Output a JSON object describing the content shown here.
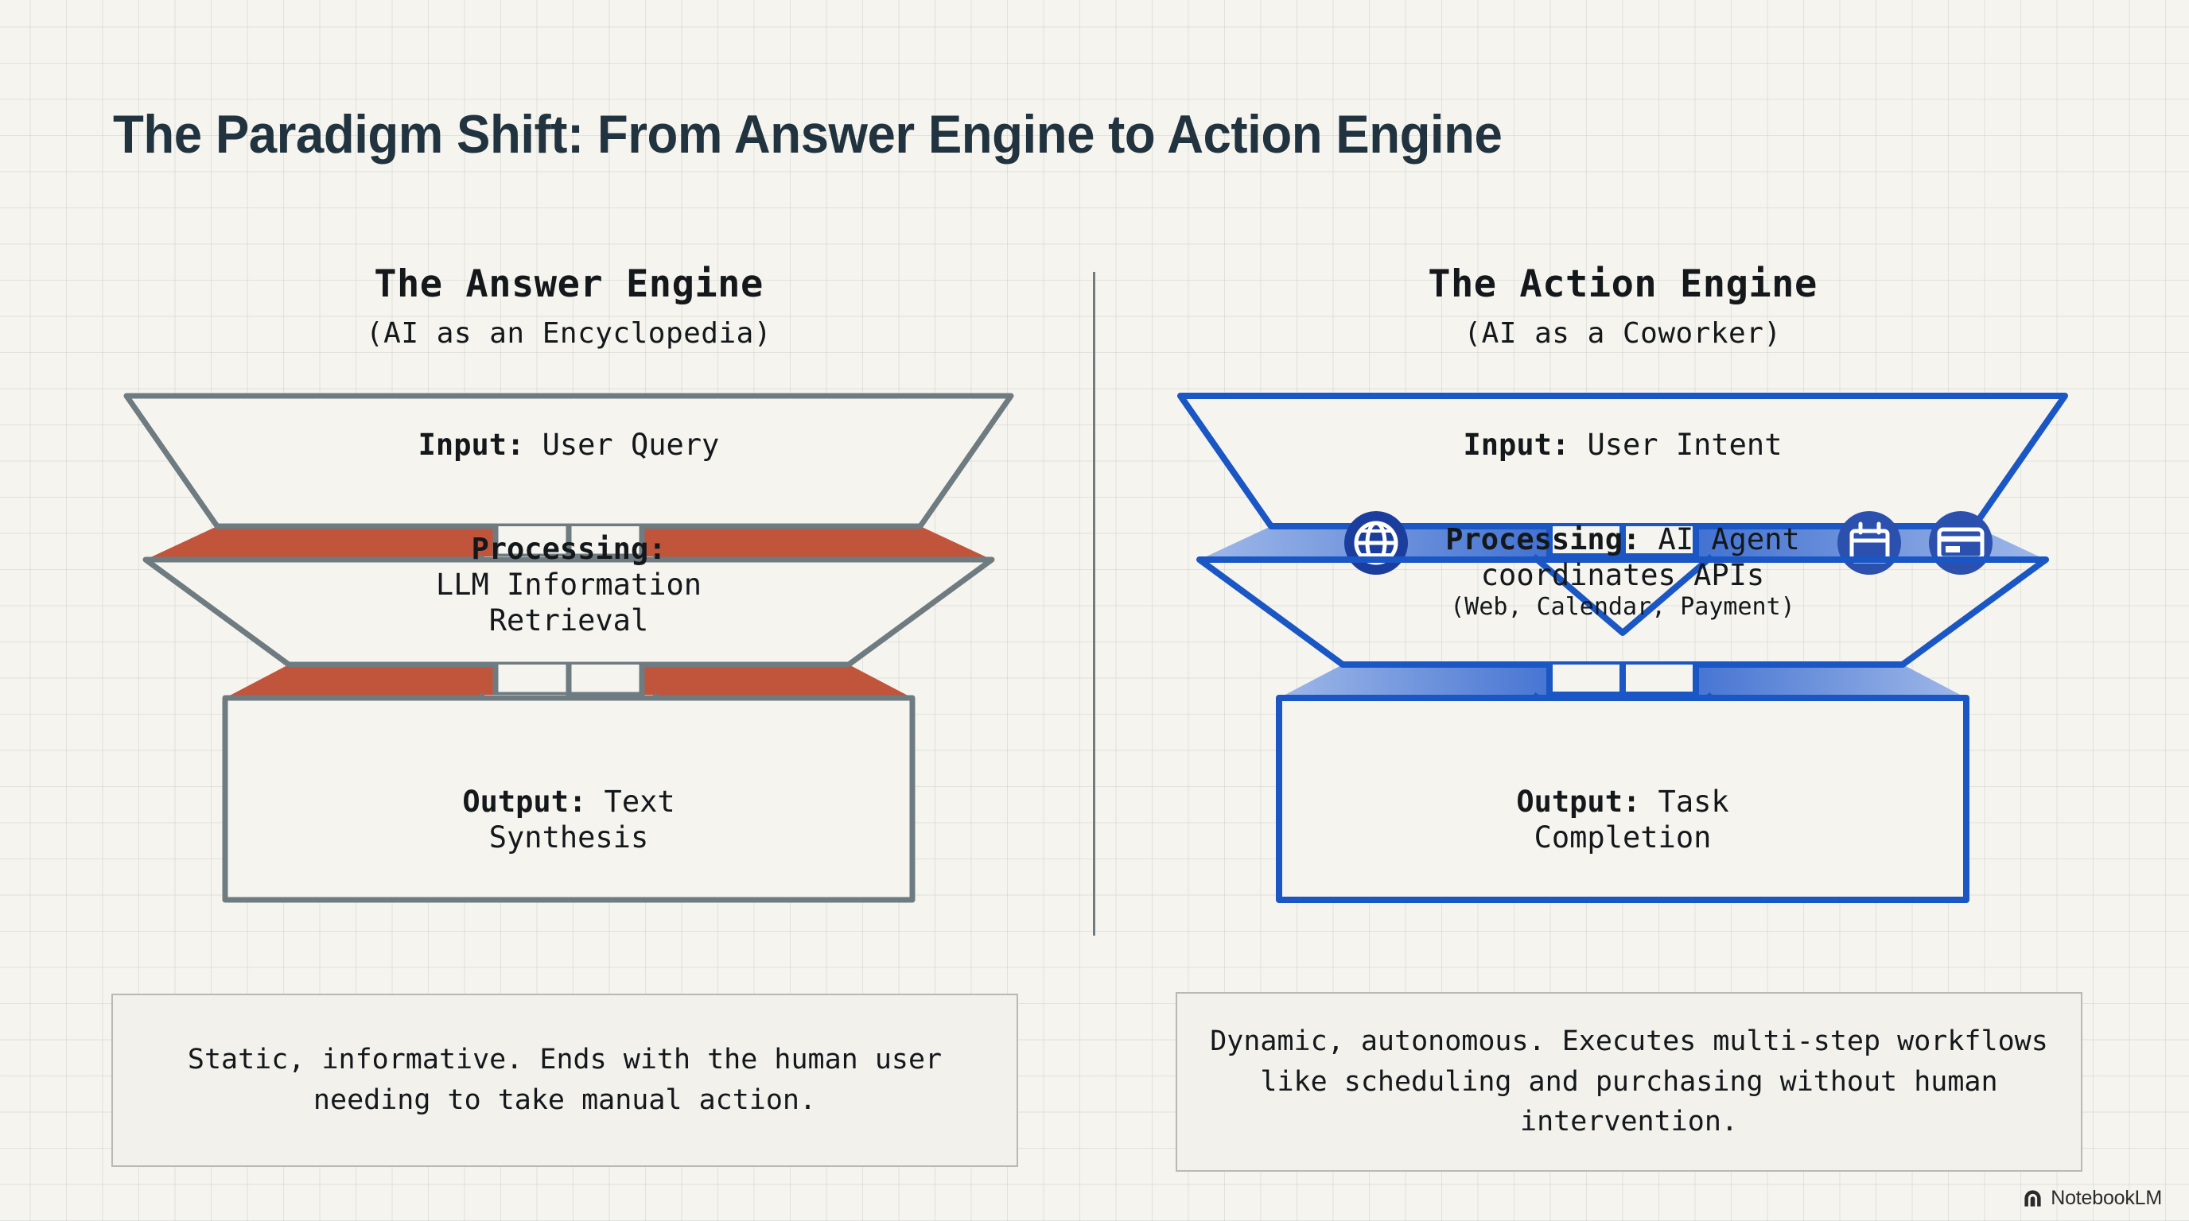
{
  "slide": {
    "title": "The Paradigm Shift: From Answer Engine to Action Engine",
    "background_color": "#f5f4ef",
    "title_color": "#21333f"
  },
  "columns": {
    "answer": {
      "heading": "The Answer Engine",
      "subheading": "(AI as an Encyclopedia)",
      "accent_color": "#6e7b80",
      "taper_color": "#c0553c",
      "stages": {
        "input_label": "Input:",
        "input_value": "User Query",
        "processing_label": "Processing:",
        "processing_line1": "LLM Information",
        "processing_line2": "Retrieval",
        "output_label": "Output:",
        "output_value": "Text",
        "output_line2": "Synthesis"
      },
      "caption": "Static, informative. Ends with the human user needing to take manual action."
    },
    "action": {
      "heading": "The Action Engine",
      "subheading": "(AI as a Coworker)",
      "accent_color": "#1a56c4",
      "taper_color": "#3f72d4",
      "stages": {
        "input_label": "Input:",
        "input_value": "User Intent",
        "processing_label": "Processing:",
        "processing_value": "AI Agent",
        "processing_line2": "coordinates APIs",
        "processing_note": "(Web, Calendar, Payment)",
        "output_label": "Output:",
        "output_value": "Task",
        "output_line2": "Completion"
      },
      "icons": [
        "globe-icon",
        "calendar-icon",
        "credit-card-icon"
      ],
      "caption": "Dynamic, autonomous. Executes multi-step workflows like scheduling and purchasing without human intervention."
    }
  },
  "watermark": {
    "label": "NotebookLM",
    "logo": "notebooklm-spiral-icon"
  }
}
